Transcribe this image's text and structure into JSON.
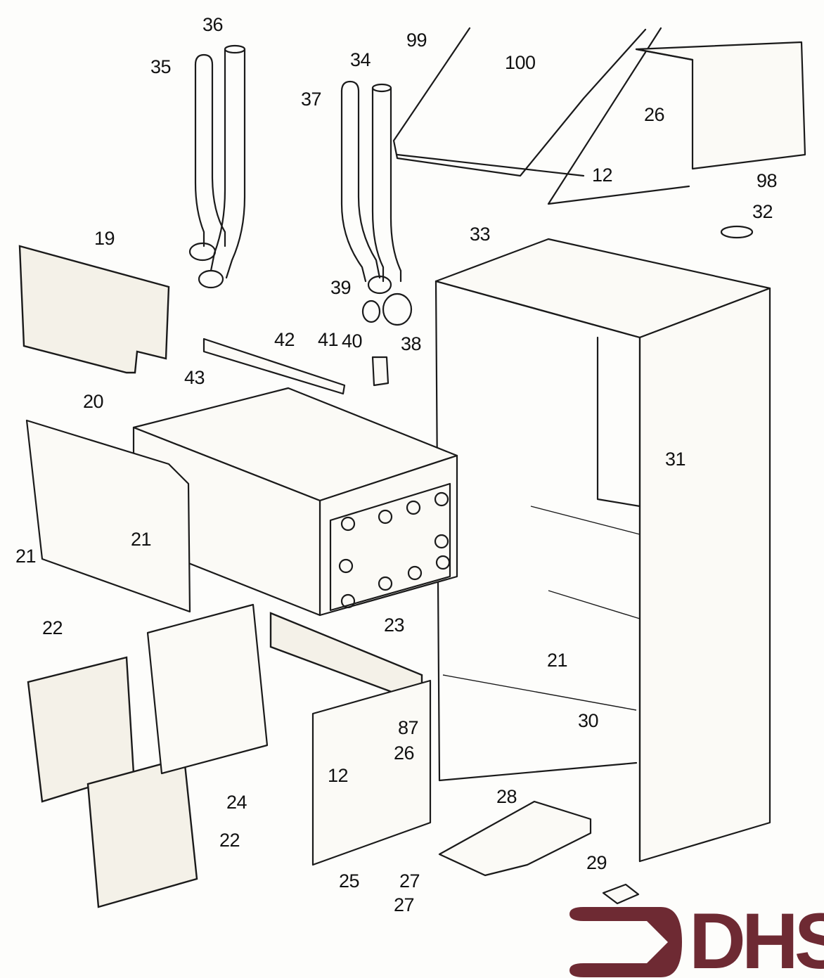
{
  "diagram": {
    "type": "exploded-parts-diagram",
    "subject": "Boiler casing assembly",
    "labels": [
      {
        "id": "p36",
        "text": "36"
      },
      {
        "id": "p35",
        "text": "35"
      },
      {
        "id": "p99",
        "text": "99"
      },
      {
        "id": "p34",
        "text": "34"
      },
      {
        "id": "p37",
        "text": "37"
      },
      {
        "id": "p100",
        "text": "100"
      },
      {
        "id": "p26a",
        "text": "26"
      },
      {
        "id": "p12a",
        "text": "12"
      },
      {
        "id": "p98",
        "text": "98"
      },
      {
        "id": "p19",
        "text": "19"
      },
      {
        "id": "p33",
        "text": "33"
      },
      {
        "id": "p32",
        "text": "32"
      },
      {
        "id": "p39",
        "text": "39"
      },
      {
        "id": "p38",
        "text": "38"
      },
      {
        "id": "p42",
        "text": "42"
      },
      {
        "id": "p41",
        "text": "41"
      },
      {
        "id": "p40",
        "text": "40"
      },
      {
        "id": "p43",
        "text": "43"
      },
      {
        "id": "p20",
        "text": "20"
      },
      {
        "id": "p31",
        "text": "31"
      },
      {
        "id": "p21a",
        "text": "21"
      },
      {
        "id": "p21b",
        "text": "21"
      },
      {
        "id": "p21c",
        "text": "21"
      },
      {
        "id": "p22a",
        "text": "22"
      },
      {
        "id": "p23",
        "text": "23"
      },
      {
        "id": "p87",
        "text": "87"
      },
      {
        "id": "p30",
        "text": "30"
      },
      {
        "id": "p26b",
        "text": "26"
      },
      {
        "id": "p12b",
        "text": "12"
      },
      {
        "id": "p24",
        "text": "24"
      },
      {
        "id": "p28",
        "text": "28"
      },
      {
        "id": "p22b",
        "text": "22"
      },
      {
        "id": "p25",
        "text": "25"
      },
      {
        "id": "p27a",
        "text": "27"
      },
      {
        "id": "p29",
        "text": "29"
      },
      {
        "id": "p27b",
        "text": "27"
      }
    ]
  },
  "logo": {
    "text": "DHS",
    "color": "#6e2a33"
  }
}
